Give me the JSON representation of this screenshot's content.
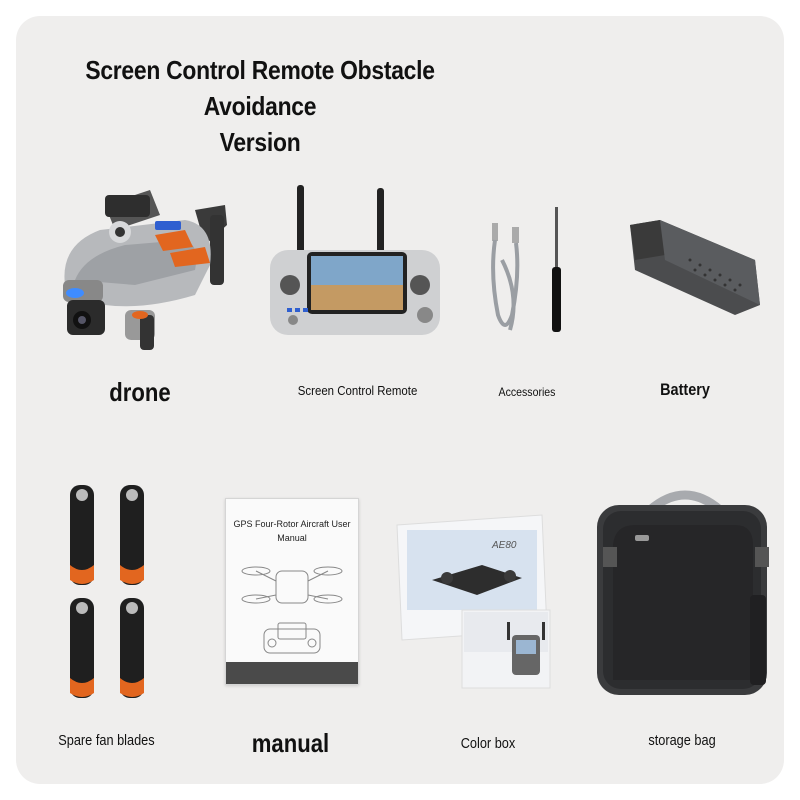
{
  "title": {
    "line1": "Screen Control Remote Obstacle Avoidance",
    "line2": "Version"
  },
  "items": [
    {
      "label": "drone"
    },
    {
      "label": "Screen Control Remote"
    },
    {
      "label": "Accessories"
    },
    {
      "label": "Battery"
    },
    {
      "label": "Spare fan blades"
    },
    {
      "label": "manual"
    },
    {
      "label": "Color box"
    },
    {
      "label": "storage bag"
    }
  ],
  "manual": {
    "title_line1": "GPS Four-Rotor Aircraft User",
    "title_line2": "Manual"
  },
  "box": {
    "brand": "AE80"
  },
  "colors": {
    "panel": "#efeeed",
    "accent_orange": "#e2661f",
    "dark": "#2a2a2a"
  }
}
